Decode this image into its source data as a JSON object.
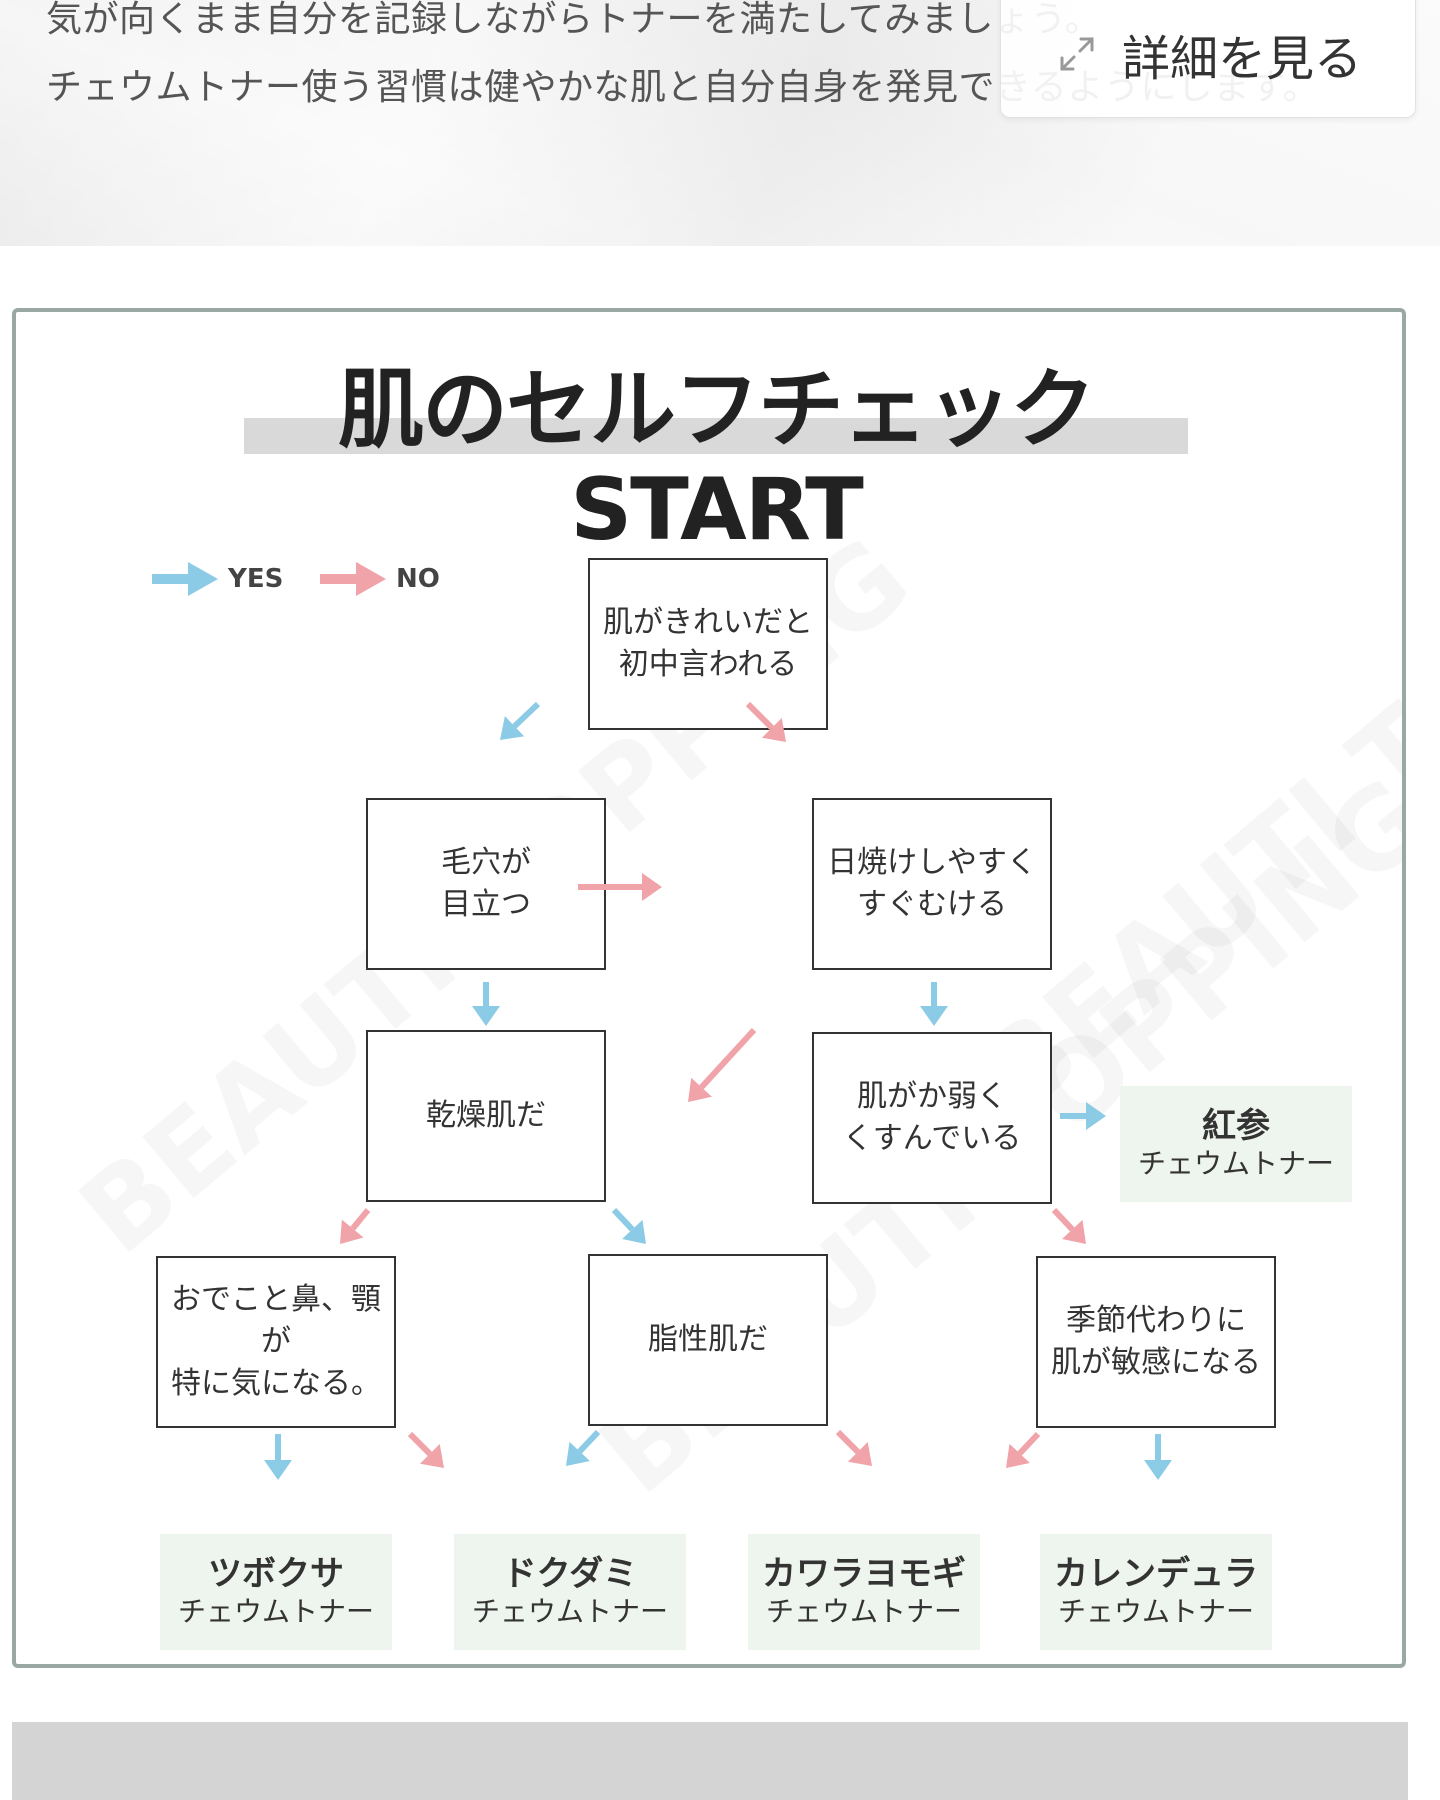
{
  "intro": {
    "line1": "気が向くまま自分を記録しながらトナーを満たしてみましょう。",
    "line2": "チェウムトナー使う習慣は健やかな肌と自分自身を発見できるようにします。",
    "detail_label": "詳細を見る",
    "expand_icon": "expand-arrows-icon"
  },
  "chart": {
    "title": "肌のセルフチェック START",
    "legend": {
      "yes": "YES",
      "no": "NO"
    },
    "colors": {
      "yes": "#8ccbe6",
      "no": "#f0a3a8",
      "result_bg": "#eef4ee"
    },
    "watermark": "BEAUTI TOPPING",
    "nodes": {
      "q1": "肌がきれいだと\n初中言われる",
      "q2": "毛穴が\n目立つ",
      "q3": "日焼けしやすく\nすぐむける",
      "q4": "乾燥肌だ",
      "q5": "肌がか弱く\nくすんでいる",
      "q6": "おでこと鼻、顎が\n特に気になる。",
      "q7": "脂性肌だ",
      "q8": "季節代わりに\n肌が敏感になる"
    },
    "results": {
      "r_red_ginseng": {
        "name": "紅参",
        "sub": "チェウムトナー"
      },
      "r_tsubokusa": {
        "name": "ツボクサ",
        "sub": "チェウムトナー"
      },
      "r_dokudami": {
        "name": "ドクダミ",
        "sub": "チェウムトナー"
      },
      "r_kawarayomogi": {
        "name": "カワラヨモギ",
        "sub": "チェウムトナー"
      },
      "r_calendula": {
        "name": "カレンデュラ",
        "sub": "チェウムトナー"
      }
    }
  }
}
